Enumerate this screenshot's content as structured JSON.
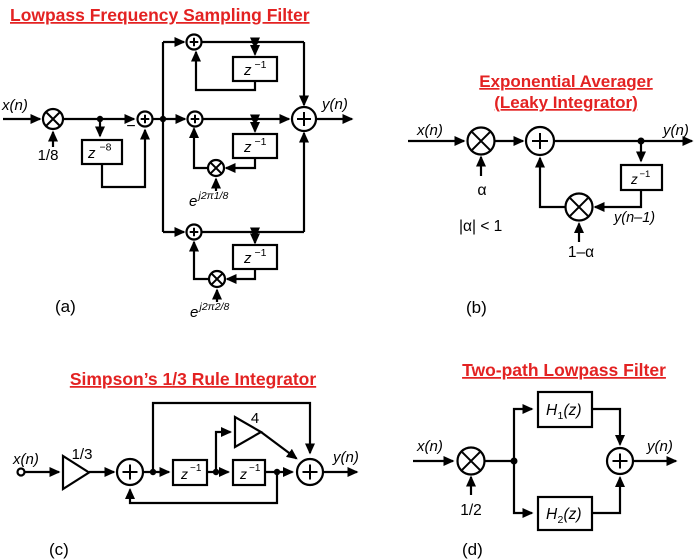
{
  "page": {
    "background": "#ffffff",
    "ink": "#000000",
    "title_color": "#e32222"
  },
  "diagrams": {
    "a": {
      "title": "Lowpass Frequency Sampling Filter",
      "caption": "(a)",
      "labels": {
        "input": "x(n)",
        "output": "y(n)",
        "gain": "1/8",
        "minus": "−",
        "comb_delay": {
          "base": "z",
          "sup": "−8"
        },
        "delay": {
          "base": "z",
          "sup": "−1"
        },
        "exp1": {
          "base": "e",
          "sup": "j2π1/8"
        },
        "exp2": {
          "base": "e",
          "sup": "j2π2/8"
        }
      }
    },
    "b": {
      "title_line1": "Exponential Averager",
      "title_line2": "(Leaky Integrator)",
      "caption": "(b)",
      "labels": {
        "input": "x(n)",
        "output": "y(n)",
        "alpha": "α",
        "alpha_condition": "|α| < 1",
        "one_minus_alpha": "1–α",
        "delayed_output": "y(n–1)",
        "delay": {
          "base": "z",
          "sup": "−1"
        }
      }
    },
    "c": {
      "title": "Simpson’s 1/3 Rule Integrator",
      "caption": "(c)",
      "labels": {
        "input": "x(n)",
        "output": "y(n)",
        "gain1": "1/3",
        "gain2": "4",
        "delay": {
          "base": "z",
          "sup": "−1"
        }
      }
    },
    "d": {
      "title": "Two-path Lowpass Filter",
      "caption": "(d)",
      "labels": {
        "input": "x(n)",
        "output": "y(n)",
        "gain": "1/2",
        "h1": {
          "base": "H",
          "sub": "1",
          "rest": "(z)"
        },
        "h2": {
          "base": "H",
          "sub": "2",
          "rest": "(z)"
        }
      }
    }
  }
}
